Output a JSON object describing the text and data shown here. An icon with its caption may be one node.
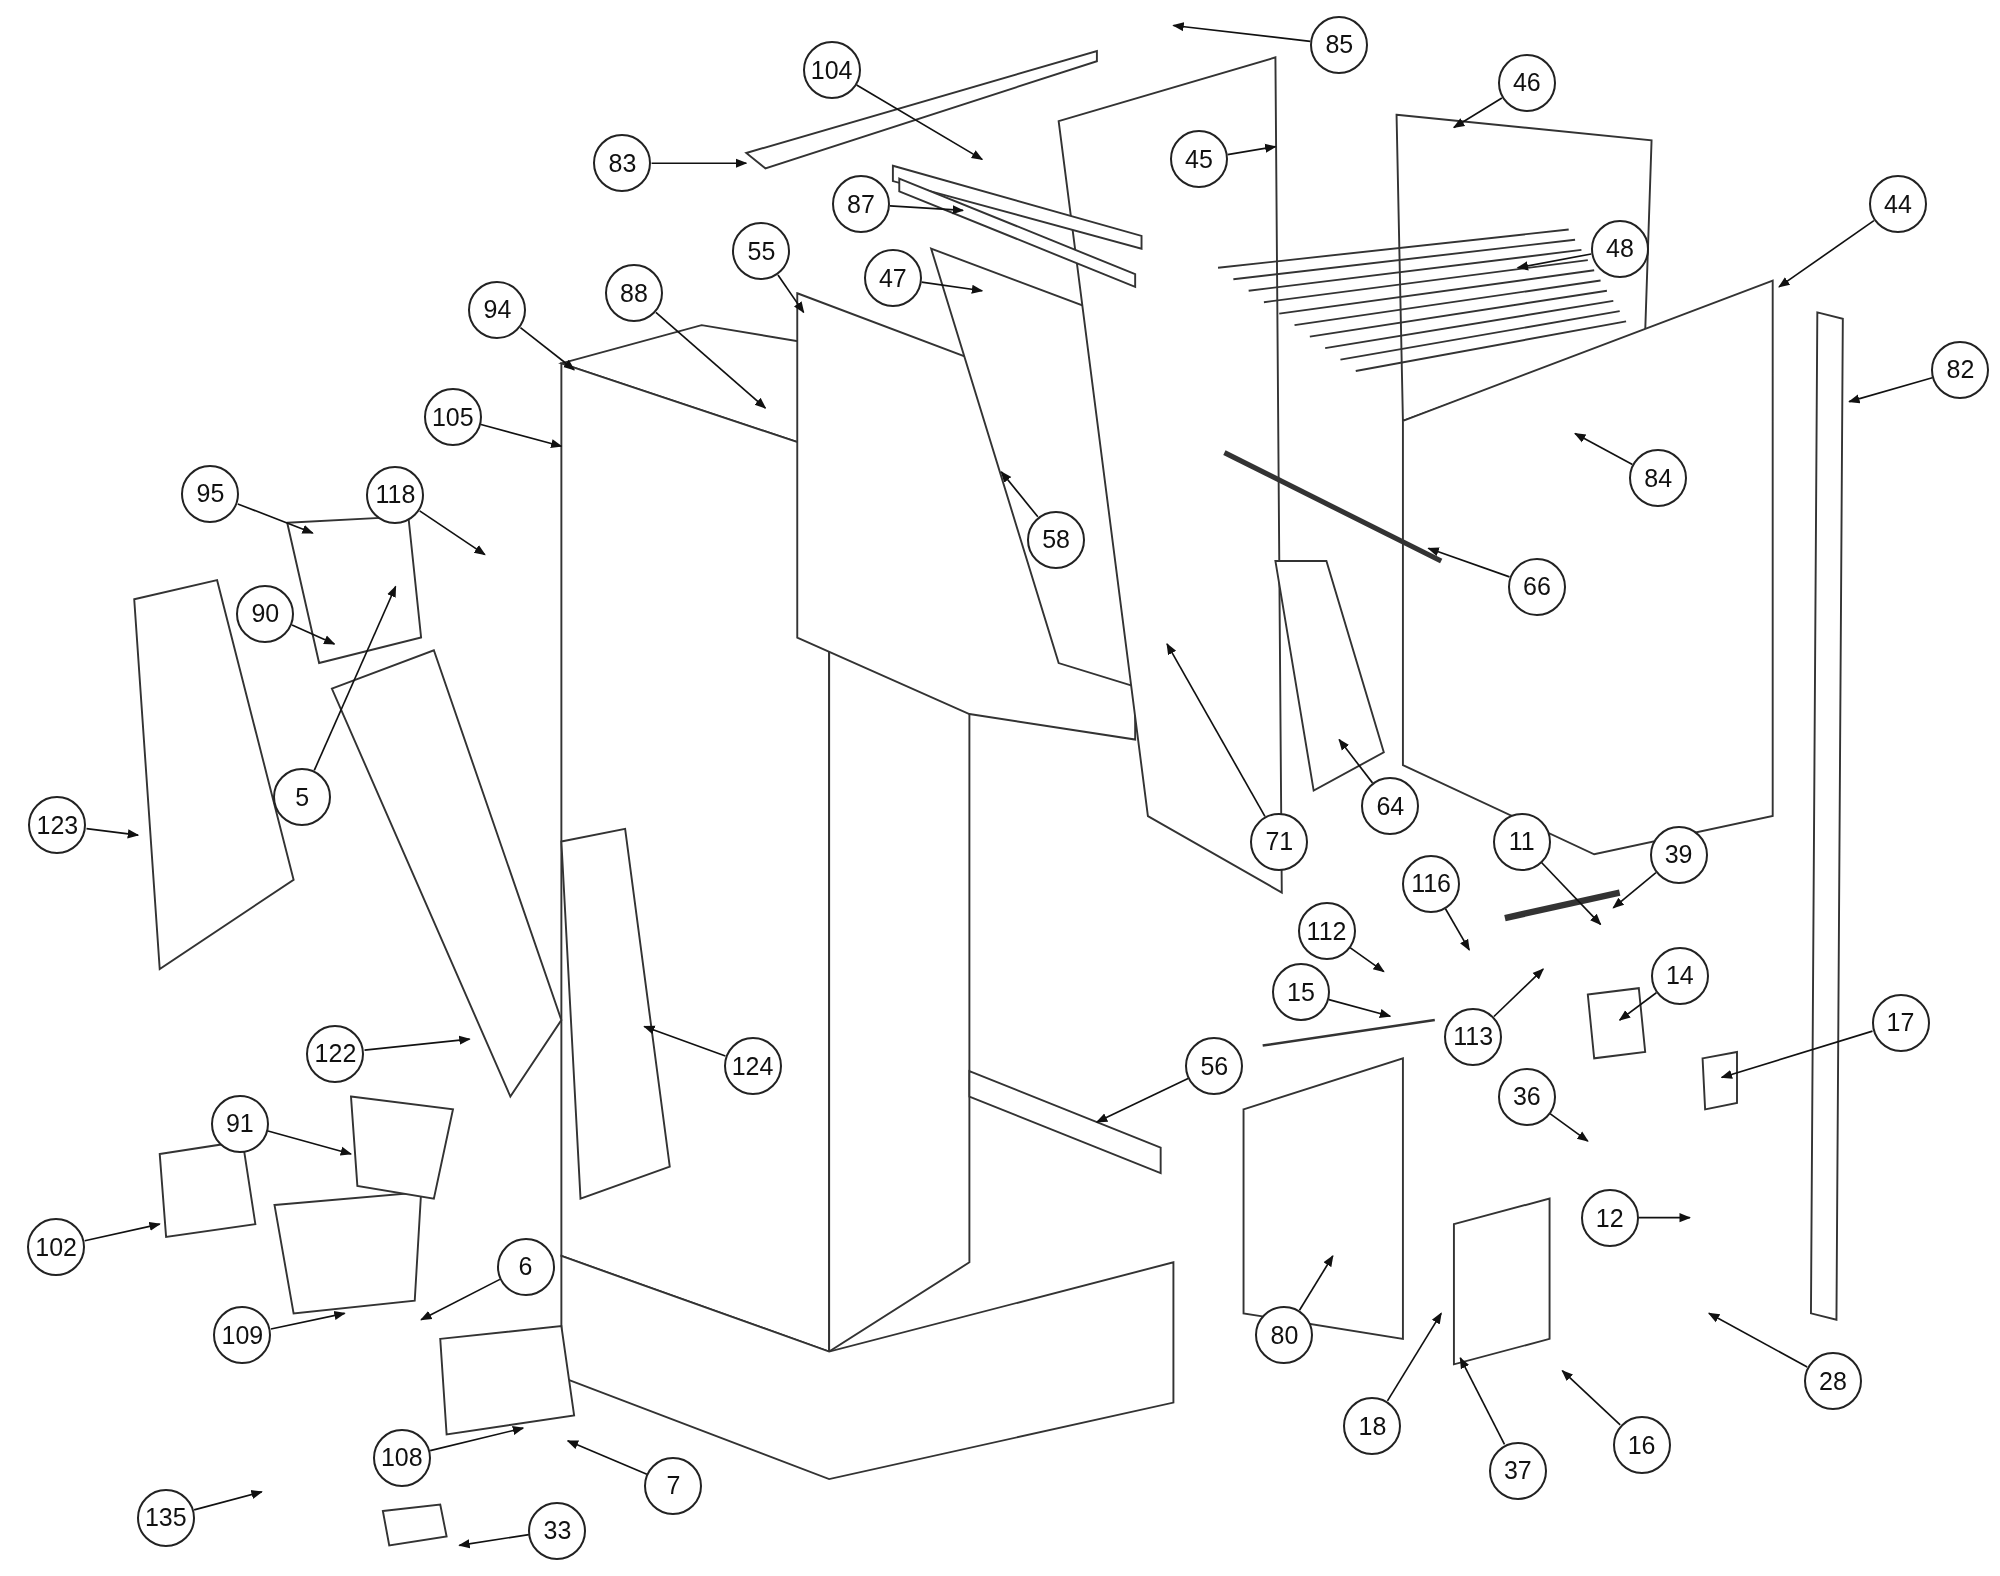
{
  "diagram": {
    "nodes": [
      {
        "text": [
          "85"
        ]
      },
      {
        "text": [
          "104"
        ]
      },
      {
        "text": [
          "83"
        ]
      },
      {
        "text": [
          "45"
        ]
      },
      {
        "text": [
          "46"
        ]
      },
      {
        "text": [
          "87"
        ]
      },
      {
        "text": [
          "44"
        ]
      },
      {
        "text": [
          "55"
        ]
      },
      {
        "text": [
          "47"
        ]
      },
      {
        "text": [
          "48"
        ]
      },
      {
        "text": [
          "94"
        ]
      },
      {
        "text": [
          "88"
        ]
      },
      {
        "text": [
          "82"
        ]
      },
      {
        "text": [
          "105"
        ]
      },
      {
        "text": [
          "84"
        ]
      },
      {
        "text": [
          "95"
        ]
      },
      {
        "text": [
          "118"
        ]
      },
      {
        "text": [
          "58"
        ]
      },
      {
        "text": [
          "66"
        ]
      },
      {
        "text": [
          "90"
        ]
      },
      {
        "text": [
          "5"
        ]
      },
      {
        "text": [
          "123"
        ]
      },
      {
        "text": [
          "64"
        ]
      },
      {
        "text": [
          "71"
        ]
      },
      {
        "text": [
          "11"
        ]
      },
      {
        "text": [
          "39"
        ]
      },
      {
        "text": [
          "116"
        ]
      },
      {
        "text": [
          "112"
        ]
      },
      {
        "text": [
          "14"
        ]
      },
      {
        "text": [
          "15"
        ]
      },
      {
        "text": [
          "113"
        ]
      },
      {
        "text": [
          "17"
        ]
      },
      {
        "text": [
          "122"
        ]
      },
      {
        "text": [
          "124"
        ]
      },
      {
        "text": [
          "56"
        ]
      },
      {
        "text": [
          "36"
        ]
      },
      {
        "text": [
          "91"
        ]
      },
      {
        "text": [
          "12"
        ]
      },
      {
        "text": [
          "102"
        ]
      },
      {
        "text": [
          "6"
        ]
      },
      {
        "text": [
          "80"
        ]
      },
      {
        "text": [
          "109"
        ]
      },
      {
        "text": [
          "28"
        ]
      },
      {
        "text": [
          "18"
        ]
      },
      {
        "text": [
          "108"
        ]
      },
      {
        "text": [
          "7"
        ]
      },
      {
        "text": [
          "37"
        ]
      },
      {
        "text": [
          "16"
        ]
      },
      {
        "text": [
          "135"
        ]
      },
      {
        "text": [
          "33"
        ]
      }
    ],
    "edges": [
      {
        "from": 0,
        "to": null,
        "arrow": "to"
      },
      {
        "from": 1,
        "to": null,
        "arrow": "to"
      },
      {
        "from": 2,
        "to": null,
        "arrow": "to"
      },
      {
        "from": 3,
        "to": null,
        "arrow": "to"
      },
      {
        "from": 4,
        "to": null,
        "arrow": "to"
      },
      {
        "from": 5,
        "to": null,
        "arrow": "to"
      },
      {
        "from": 6,
        "to": null,
        "arrow": "to"
      },
      {
        "from": 7,
        "to": null,
        "arrow": "to"
      },
      {
        "from": 8,
        "to": null,
        "arrow": "to"
      },
      {
        "from": 9,
        "to": null,
        "arrow": "to"
      },
      {
        "from": 10,
        "to": null,
        "arrow": "to"
      },
      {
        "from": 11,
        "to": null,
        "arrow": "to"
      },
      {
        "from": 12,
        "to": null,
        "arrow": "to"
      },
      {
        "from": 13,
        "to": null,
        "arrow": "to"
      },
      {
        "from": 14,
        "to": null,
        "arrow": "to"
      },
      {
        "from": 15,
        "to": null,
        "arrow": "to"
      },
      {
        "from": 16,
        "to": null,
        "arrow": "to"
      },
      {
        "from": 17,
        "to": null,
        "arrow": "to"
      },
      {
        "from": 18,
        "to": null,
        "arrow": "to"
      },
      {
        "from": 19,
        "to": null,
        "arrow": "to"
      },
      {
        "from": 20,
        "to": null,
        "arrow": "to"
      },
      {
        "from": 21,
        "to": null,
        "arrow": "to"
      },
      {
        "from": 22,
        "to": null,
        "arrow": "to"
      },
      {
        "from": 23,
        "to": null,
        "arrow": "to"
      },
      {
        "from": 24,
        "to": null,
        "arrow": "to"
      },
      {
        "from": 25,
        "to": null,
        "arrow": "to"
      },
      {
        "from": 26,
        "to": null,
        "arrow": "to"
      },
      {
        "from": 27,
        "to": null,
        "arrow": "to"
      },
      {
        "from": 28,
        "to": null,
        "arrow": "to"
      },
      {
        "from": 29,
        "to": null,
        "arrow": "to"
      },
      {
        "from": 30,
        "to": null,
        "arrow": "to"
      },
      {
        "from": 31,
        "to": null,
        "arrow": "to"
      },
      {
        "from": 32,
        "to": null,
        "arrow": "to"
      },
      {
        "from": 33,
        "to": null,
        "arrow": "to"
      },
      {
        "from": 34,
        "to": null,
        "arrow": "to"
      },
      {
        "from": 35,
        "to": null,
        "arrow": "to"
      },
      {
        "from": 36,
        "to": null,
        "arrow": "to"
      },
      {
        "from": 37,
        "to": null,
        "arrow": "to"
      },
      {
        "from": 38,
        "to": null,
        "arrow": "to"
      },
      {
        "from": 39,
        "to": null,
        "arrow": "to"
      },
      {
        "from": 40,
        "to": null,
        "arrow": "to"
      },
      {
        "from": 41,
        "to": null,
        "arrow": "to"
      },
      {
        "from": 42,
        "to": null,
        "arrow": "to"
      },
      {
        "from": 43,
        "to": null,
        "arrow": "to"
      },
      {
        "from": 44,
        "to": null,
        "arrow": "to"
      },
      {
        "from": 45,
        "to": null,
        "arrow": "to"
      },
      {
        "from": 46,
        "to": null,
        "arrow": "to"
      },
      {
        "from": 47,
        "to": null,
        "arrow": "to"
      },
      {
        "from": 48,
        "to": null,
        "arrow": "to"
      },
      {
        "from": 49,
        "to": null,
        "arrow": "to"
      }
    ]
  }
}
